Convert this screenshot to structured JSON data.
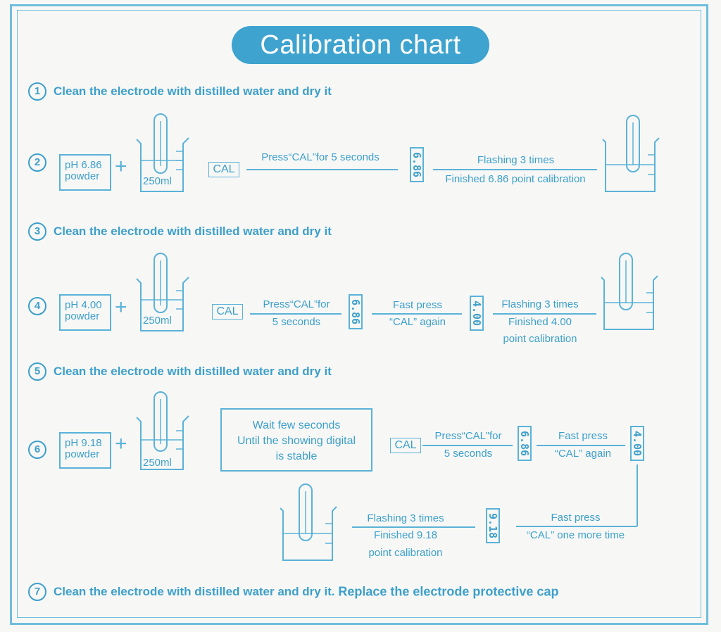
{
  "title": "Calibration chart",
  "steps": {
    "s1": {
      "num": "1",
      "text": "Clean the electrode with distilled water and dry it"
    },
    "s2": {
      "num": "2",
      "powder_l1": "pH 6.86",
      "powder_l2": "powder",
      "volume": "250ml",
      "cal": "CAL",
      "press": "Press“CAL”for 5 seconds",
      "display": "6.86",
      "flash": "Flashing 3 times",
      "finished": "Finished 6.86 point calibration"
    },
    "s3": {
      "num": "3",
      "text": "Clean the electrode with distilled water and dry it"
    },
    "s4": {
      "num": "4",
      "powder_l1": "pH 4.00",
      "powder_l2": "powder",
      "volume": "250ml",
      "cal": "CAL",
      "press_l1": "Press“CAL”for",
      "press_l2": "5 seconds",
      "display1": "6.86",
      "fast_l1": "Fast press",
      "fast_l2": "“CAL” again",
      "display2": "4.00",
      "flash": "Flashing 3 times",
      "finished_l1": "Finished 4.00",
      "finished_l2": "point calibration"
    },
    "s5": {
      "num": "5",
      "text": "Clean the electrode with distilled water and dry it"
    },
    "s6": {
      "num": "6",
      "powder_l1": "pH 9.18",
      "powder_l2": "powder",
      "volume": "250ml",
      "wait_l1": "Wait  few seconds",
      "wait_l2": "Until the showing digital",
      "wait_l3": "is  stable",
      "cal": "CAL",
      "press_l1": "Press“CAL”for",
      "press_l2": "5 seconds",
      "display1": "6.86",
      "fast_l1": "Fast press",
      "fast_l2": "“CAL” again",
      "display2": "4.00",
      "fast2_l1": "Fast press",
      "fast2_l2": "“CAL” one more time",
      "display3": "9.18",
      "flash": "Flashing 3 times",
      "finished_l1": "Finished 9.18",
      "finished_l2": "point calibration"
    },
    "s7": {
      "num": "7",
      "text": "Clean the electrode with distilled water and dry it.",
      "text_bold": "Replace the electrode protective cap"
    }
  },
  "colors": {
    "accent": "#3ea3cf",
    "line": "#5bb2d8",
    "background": "#f7f8f6"
  },
  "icons": [
    "beaker-with-electrode-icon",
    "plus-icon",
    "lcd-display-icon",
    "circled-number-icon"
  ]
}
